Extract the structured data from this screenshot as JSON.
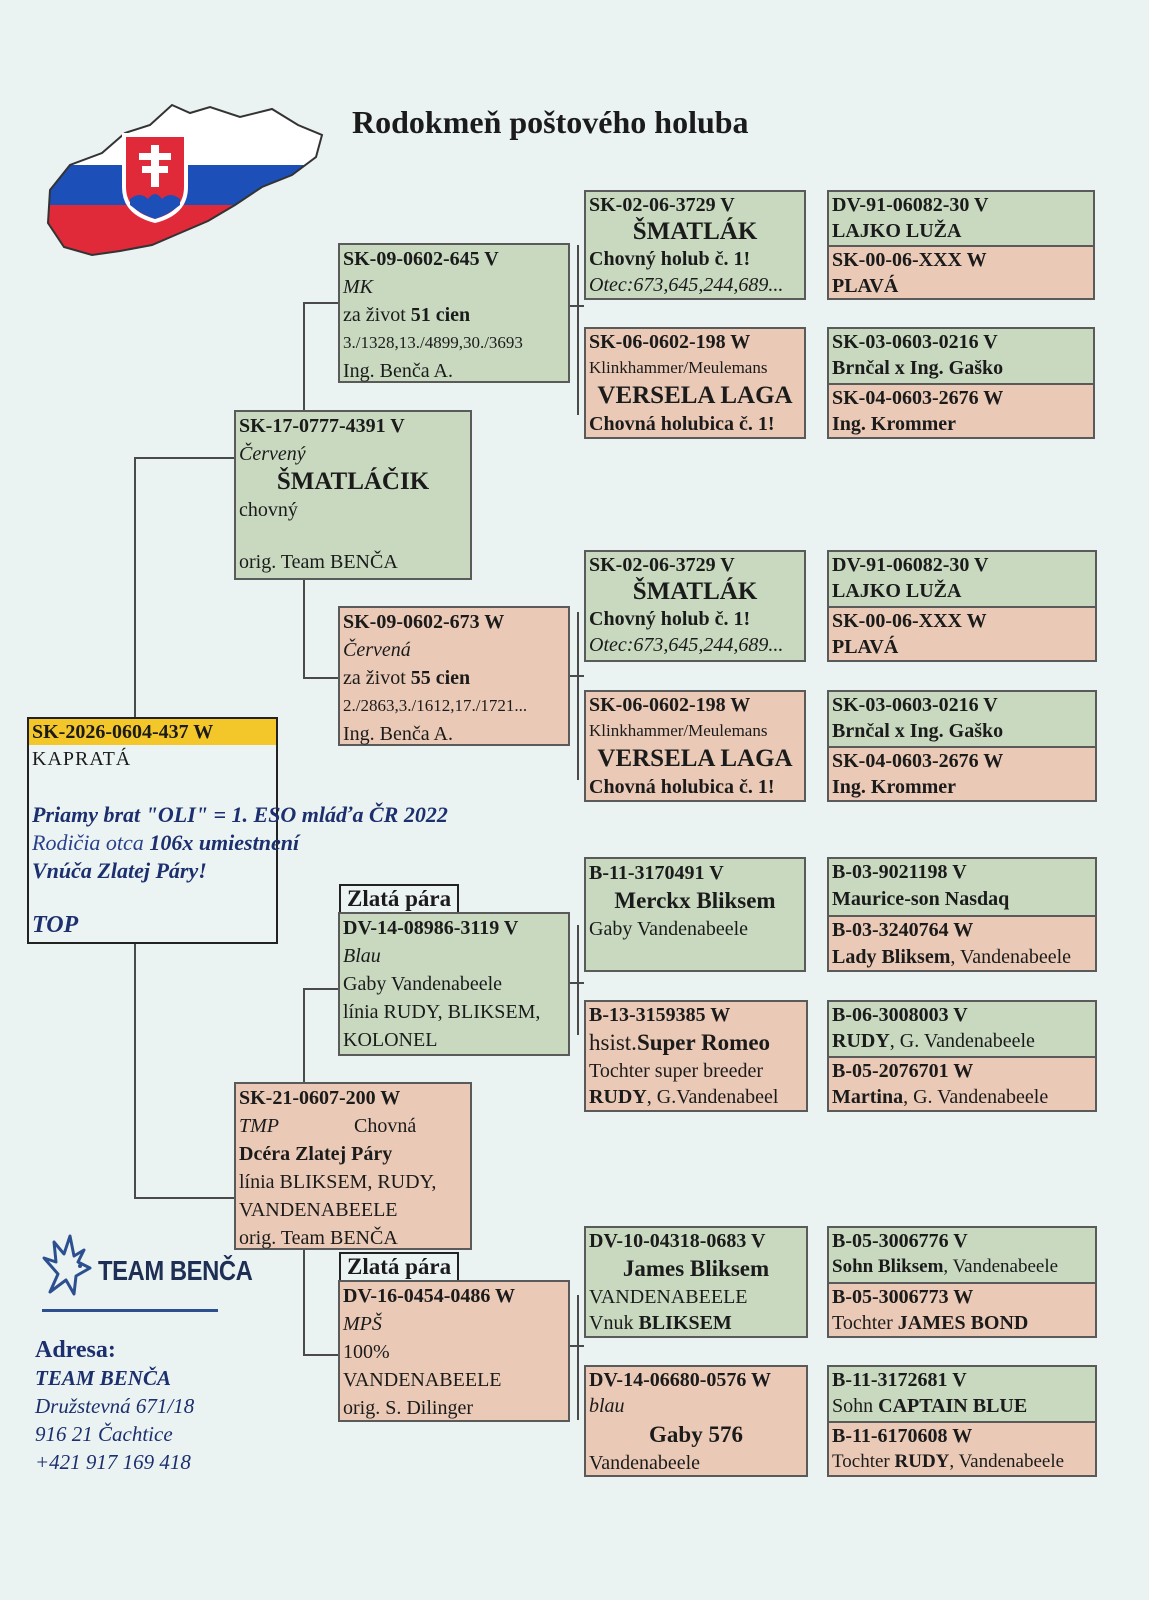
{
  "title": "Rodokmeň poštového holuba",
  "colors": {
    "male": "#c8d9c0",
    "female": "#eac9b6",
    "highlight": "#f3c62a"
  },
  "main_bird": {
    "ring": "SK-2026-0604-437 W",
    "color": "KAPRATÁ",
    "note1": "Priamy brat \"OLI\" = 1. ESO mláďa ČR 2022",
    "note2_a": "Rodičia otca",
    "note2_b": "106x umiestnení",
    "note3": "Vnúča Zlatej Páry!",
    "note4": "TOP"
  },
  "father": {
    "ring": "SK-17-0777-4391 V",
    "color": "Červený",
    "name": "ŠMATLÁČIK",
    "desc": "chovný",
    "origin": "orig. Team BENČA",
    "father": {
      "ring": "SK-09-0602-645 V",
      "color": "MK",
      "prize_a": "za život",
      "prize_b": "51 cien",
      "results": "3./1328,13./4899,30./3693",
      "owner": "Ing. Benča A.",
      "father": {
        "ring": "SK-02-06-3729 V",
        "name": "ŠMATLÁK",
        "desc": "Chovný holub č. 1!",
        "detail": "Otec:673,645,244,689..."
      },
      "mother": {
        "ring": "SK-06-0602-198 W",
        "line": "Klinkhammer/Meulemans",
        "name": "VERSELA LAGA",
        "desc": "Chovná holubica č. 1!"
      },
      "gp1": {
        "ring_m": "DV-91-06082-30 V",
        "name_m": "LAJKO LUŽA",
        "ring_f": "SK-00-06-XXX W",
        "name_f": "PLAVÁ"
      },
      "gp2": {
        "ring_m": "SK-03-0603-0216 V",
        "name_m": "Brnčal x Ing. Gaško",
        "ring_f": "SK-04-0603-2676 W",
        "name_f": "Ing. Krommer"
      }
    },
    "mother": {
      "ring": "SK-09-0602-673 W",
      "color": "Červená",
      "prize_a": "za život",
      "prize_b": "55 cien",
      "results": "2./2863,3./1612,17./1721...",
      "owner": "Ing. Benča A.",
      "father": {
        "ring": "SK-02-06-3729 V",
        "name": "ŠMATLÁK",
        "desc": "Chovný holub č. 1!",
        "detail": "Otec:673,645,244,689..."
      },
      "mother": {
        "ring": "SK-06-0602-198 W",
        "line": "Klinkhammer/Meulemans",
        "name": "VERSELA LAGA",
        "desc": "Chovná holubica č. 1!"
      },
      "gp1": {
        "ring_m": "DV-91-06082-30 V",
        "name_m": "LAJKO LUŽA",
        "ring_f": "SK-00-06-XXX W",
        "name_f": "PLAVÁ"
      },
      "gp2": {
        "ring_m": "SK-03-0603-0216 V",
        "name_m": "Brnčal x Ing. Gaško",
        "ring_f": "SK-04-0603-2676 W",
        "name_f": "Ing. Krommer"
      }
    }
  },
  "mother": {
    "ring": "SK-21-0607-200 W",
    "color": "TMP",
    "color2": "Chovná",
    "name": "Dcéra Zlatej Páry",
    "line1": "línia BLIKSEM, RUDY,",
    "line2": "VANDENABEELE",
    "origin": "orig. Team BENČA",
    "zlata_para": "Zlatá pára",
    "father": {
      "ring": "DV-14-08986-3119 V",
      "color": "Blau",
      "breeder": "Gaby Vandenabeele",
      "line1": "línia RUDY, BLIKSEM,",
      "line2": "KOLONEL",
      "father": {
        "ring": "B-11-3170491 V",
        "name": "Merckx Bliksem",
        "desc": "Gaby Vandenabeele"
      },
      "mother": {
        "ring": "B-13-3159385 W",
        "name_a": "hsist.",
        "name_b": "Super Romeo",
        "desc": "Tochter super breeder",
        "desc2_a": "RUDY",
        "desc2_b": ", G.Vandenabeel"
      },
      "gp1": {
        "ring_m": "B-03-9021198 V",
        "name_m": "Maurice-son Nasdaq",
        "ring_f": "B-03-3240764 W",
        "name_f_a": "Lady Bliksem",
        "name_f_b": ", Vandenabeele"
      },
      "gp2": {
        "ring_m": "B-06-3008003 V",
        "name_m_a": "RUDY",
        "name_m_b": ", G. Vandenabeele",
        "ring_f": "B-05-2076701 W",
        "name_f_a": "Martina",
        "name_f_b": ", G. Vandenabeele"
      }
    },
    "mother": {
      "ring": "DV-16-0454-0486 W",
      "color": "MPŠ",
      "pct": "100%",
      "line": "VANDENABEELE",
      "origin": "orig. S. Dilinger",
      "father": {
        "ring": "DV-10-04318-0683 V",
        "name": "James Bliksem",
        "desc": "VANDENABEELE",
        "desc2_a": "Vnuk",
        "desc2_b": "BLIKSEM"
      },
      "mother": {
        "ring": "DV-14-06680-0576 W",
        "color": "blau",
        "name": "Gaby 576",
        "desc": "Vandenabeele"
      },
      "gp1": {
        "ring_m": "B-05-3006776 V",
        "name_m_a": "Sohn Bliksem",
        "name_m_b": ", Vandenabeele",
        "ring_f": "B-05-3006773 W",
        "name_f_a": "Tochter",
        "name_f_b": "JAMES BOND"
      },
      "gp2": {
        "ring_m": "B-11-3172681 V",
        "name_m_a": "Sohn",
        "name_m_b": "CAPTAIN BLUE",
        "ring_f": "B-11-6170608 W",
        "name_f_a": "Tochter",
        "name_f_b": "RUDY",
        "name_f_c": ", Vandenabeele"
      }
    }
  },
  "logo_text": "TEAM BENČA",
  "address": {
    "label": "Adresa:",
    "name": "TEAM BENČA",
    "street": "Družstevná 671/18",
    "city": "916 21 Čachtice",
    "phone": "+421 917 169 418"
  }
}
